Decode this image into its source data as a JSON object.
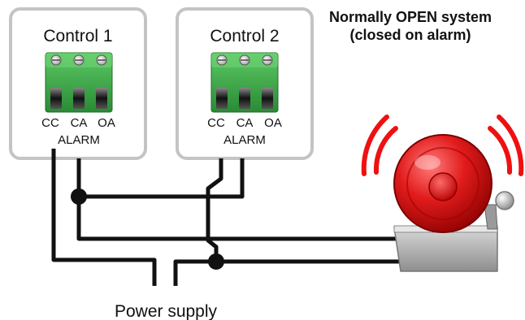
{
  "title": {
    "line1": "Normally OPEN  system",
    "line2": "(closed on alarm)"
  },
  "controls": [
    {
      "label": "Control 1",
      "terminals": [
        "CC",
        "CA",
        "OA"
      ],
      "group_label": "ALARM"
    },
    {
      "label": "Control 2",
      "terminals": [
        "CC",
        "CA",
        "OA"
      ],
      "group_label": "ALARM"
    }
  ],
  "power_label": "Power supply",
  "colors": {
    "panel_border": "#c4c4c4",
    "terminal_green": "#3aa845",
    "wire": "#111111",
    "bell_red": "#e01818",
    "alarm_arcs": "#ee1111",
    "bell_base": "#bdbdbd"
  },
  "icons": {
    "alarm": "alarm-bell-icon",
    "sound": "sound-wave-icon"
  }
}
